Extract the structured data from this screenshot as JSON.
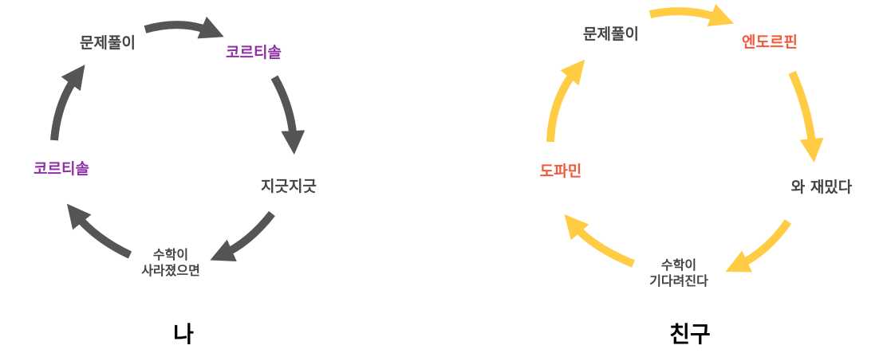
{
  "left_cycle": {
    "caption": "나",
    "arrow_color": "#555555",
    "nodes": {
      "top": "문제풀이",
      "top_right": "코르티솔",
      "right": "지긋지긋",
      "bottom_line1": "수학이",
      "bottom_line2": "사라졌으면",
      "left": "코르티솔"
    }
  },
  "right_cycle": {
    "caption": "친구",
    "arrow_color": "#ffcc44",
    "nodes": {
      "top": "문제풀이",
      "top_right": "엔도르핀",
      "right": "와 재밌다",
      "bottom_line1": "수학이",
      "bottom_line2": "기다려진다",
      "left": "도파민"
    }
  },
  "colors": {
    "dark_text": "#444444",
    "purple": "#8e2fa8",
    "red": "#f05a3a"
  }
}
